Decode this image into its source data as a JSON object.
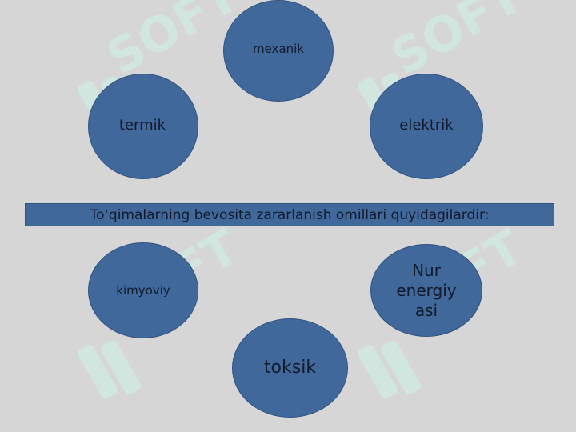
{
  "diagram": {
    "center_label": "To‘qimalarning bevosita zararlanish omillari quyidagilardir:",
    "nodes": {
      "mexanik": "mexanik",
      "termik": "termik",
      "elektrik": "elektrik",
      "kimyoviy": "kimyoviy",
      "nur": "Nur energiy asi",
      "toksik": "toksik"
    }
  },
  "colors": {
    "background": "#d6d6d6",
    "node_fill": "#41689b",
    "text": "#0f1a2b",
    "watermark": "#cfe9df"
  },
  "watermark": {
    "text": "SOFT",
    "icon": "leaf-logo-icon"
  }
}
